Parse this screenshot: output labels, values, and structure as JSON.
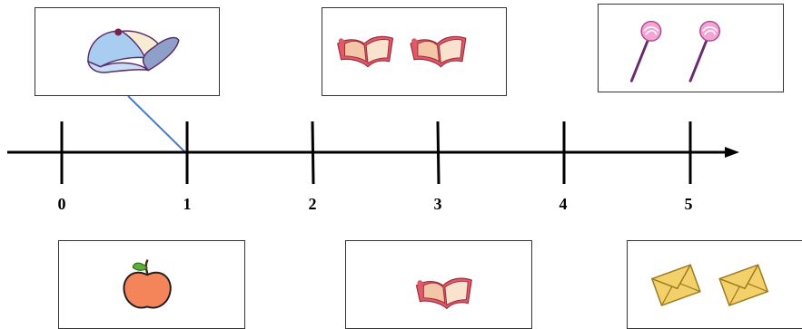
{
  "number_line": {
    "ticks": [
      "0",
      "1",
      "2",
      "3",
      "4",
      "5"
    ]
  },
  "cards": [
    {
      "id": "cap",
      "icon": "cap-icon",
      "count": 1,
      "position": "top"
    },
    {
      "id": "books-2",
      "icon": "book-icon",
      "count": 2,
      "position": "top"
    },
    {
      "id": "lollipops",
      "icon": "lollipop-icon",
      "count": 2,
      "position": "top"
    },
    {
      "id": "apple",
      "icon": "apple-icon",
      "count": 1,
      "position": "bottom"
    },
    {
      "id": "book-1",
      "icon": "book-icon",
      "count": 1,
      "position": "bottom"
    },
    {
      "id": "envelopes",
      "icon": "envelope-icon",
      "count": 2,
      "position": "bottom"
    }
  ],
  "connections": [
    {
      "card": "cap",
      "tick": "1"
    }
  ],
  "colors": {
    "line": "#000000",
    "connector": "#4a7cc7",
    "cap_front": "#a9cdf0",
    "cap_crown": "#f6ecd2",
    "cap_brim": "#8fa0c8",
    "book": "#e05a6a",
    "lollipop": "#f2a6d6",
    "apple": "#f4855a",
    "envelope": "#f3d06a"
  }
}
